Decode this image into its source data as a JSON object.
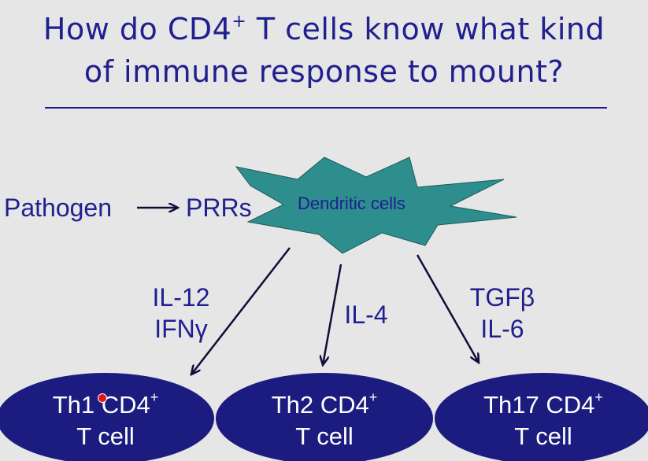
{
  "title": {
    "line1_before": "How do CD4",
    "line1_sup": "+",
    "line1_after": " T cells know what kind",
    "line2": "of immune response to mount?"
  },
  "flow": {
    "pathogen": "Pathogen",
    "prrs": "PRRs",
    "dendritic": "Dendritic cells"
  },
  "cytokines": {
    "left": [
      "IL-12",
      "IFNγ"
    ],
    "middle": [
      "IL-4"
    ],
    "right": [
      "TGFβ",
      "IL-6"
    ]
  },
  "cells": [
    {
      "line1": "Th1 CD4",
      "sup": "+",
      "line2": "T cell"
    },
    {
      "line1": "Th2 CD4",
      "sup": "+",
      "line2": "T cell"
    },
    {
      "line1": "Th17 CD4",
      "sup": "+",
      "line2": "T cell"
    }
  ],
  "colors": {
    "text": "#1f1f8f",
    "starburst": "#2e8e8e",
    "ellipse": "#1c1c80",
    "background": "#e6e6e6"
  }
}
